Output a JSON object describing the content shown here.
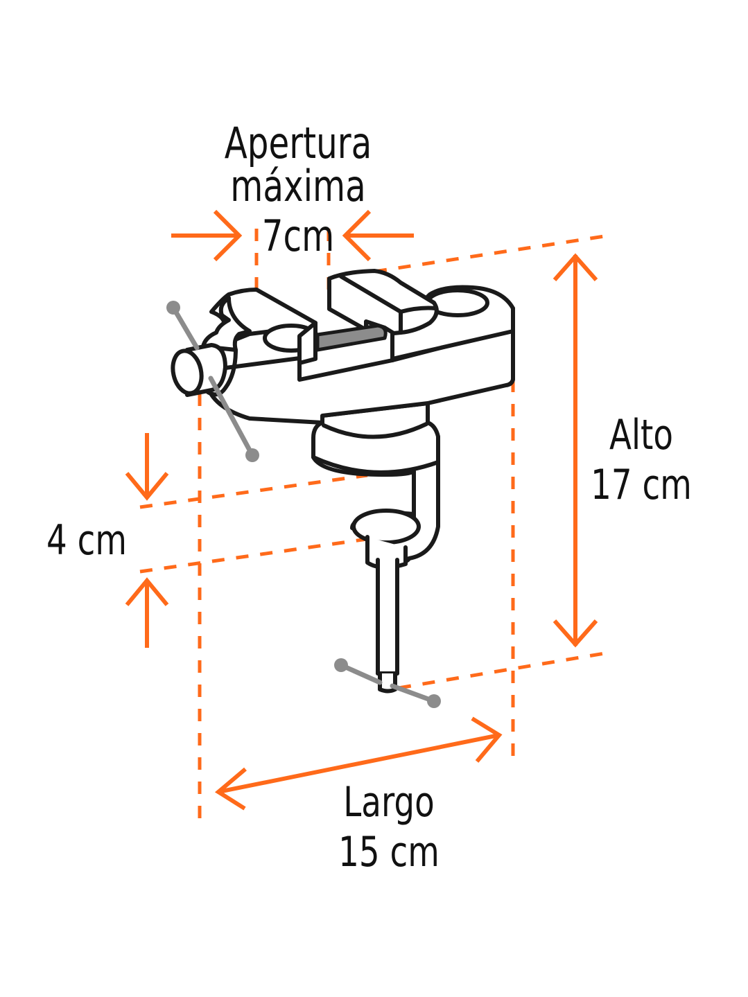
{
  "diagram": {
    "subject": "bench vise",
    "colors": {
      "accent": "#ff6a1a",
      "outline": "#1a1a1a",
      "handle": "#8c8c8c",
      "text": "#111111",
      "background": "#ffffff"
    },
    "dimensions": {
      "opening": {
        "label": "Apertura máxima",
        "value": "7cm"
      },
      "clamp": {
        "value": "4 cm"
      },
      "height": {
        "label": "Alto",
        "value": "17 cm"
      },
      "length": {
        "label": "Largo",
        "value": "15 cm"
      }
    }
  }
}
